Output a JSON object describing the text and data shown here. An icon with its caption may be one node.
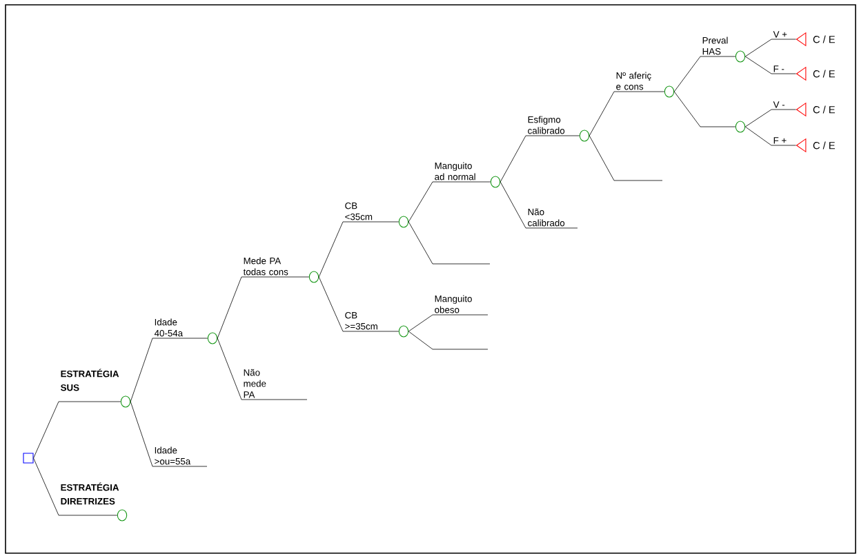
{
  "diagram": {
    "nodes": [
      {
        "text": [],
        "shape": "box"
      },
      {
        "text": [],
        "shape": "circle"
      },
      {
        "text": [],
        "shape": "circle"
      },
      {
        "text": [],
        "shape": "circle"
      },
      {
        "text": [],
        "shape": "circle"
      },
      {
        "text": [],
        "shape": "circle"
      },
      {
        "text": [],
        "shape": "circle"
      },
      {
        "text": [],
        "shape": "circle"
      },
      {
        "text": [],
        "shape": "circle"
      },
      {
        "text": [],
        "shape": "circle"
      },
      {
        "text": [],
        "shape": "circle"
      },
      {
        "text": [],
        "shape": "circle"
      },
      {
        "text": [],
        "shape": "triangle",
        "beside": [
          "C / E"
        ]
      },
      {
        "text": [],
        "shape": "triangle",
        "beside": [
          "C / E"
        ]
      },
      {
        "text": [],
        "shape": "triangle",
        "beside": [
          "C / E"
        ]
      },
      {
        "text": [],
        "shape": "triangle",
        "beside": [
          "C / E"
        ]
      }
    ],
    "edges": [
      {
        "from": 0,
        "to": 1,
        "arrow": "none",
        "label": "ESTRATÉGIA SUS"
      },
      {
        "from": 0,
        "to": 2,
        "arrow": "none",
        "label": "ESTRATÉGIA DIRETRIZES"
      },
      {
        "from": 1,
        "to": 3,
        "arrow": "none",
        "label": "Idade 40-54a"
      },
      {
        "from": 1,
        "to": null,
        "arrow": "none",
        "label": "Idade >ou=55a"
      },
      {
        "from": 3,
        "to": 4,
        "arrow": "none",
        "label": "Mede PA todas cons"
      },
      {
        "from": 3,
        "to": null,
        "arrow": "none",
        "label": "Não mede PA"
      },
      {
        "from": 4,
        "to": 5,
        "arrow": "none",
        "label": "CB <35cm"
      },
      {
        "from": 4,
        "to": 6,
        "arrow": "none",
        "label": "CB >=35cm"
      },
      {
        "from": 5,
        "to": 7,
        "arrow": "none",
        "label": "Manguito ad normal"
      },
      {
        "from": 5,
        "to": null,
        "arrow": "none"
      },
      {
        "from": 6,
        "to": null,
        "arrow": "none",
        "label": "Manguito obeso"
      },
      {
        "from": 6,
        "to": null,
        "arrow": "none"
      },
      {
        "from": 7,
        "to": 8,
        "arrow": "none",
        "label": "Esfigmo calibrado"
      },
      {
        "from": 7,
        "to": null,
        "arrow": "none",
        "label": "Não calibrado"
      },
      {
        "from": 8,
        "to": 9,
        "arrow": "none",
        "label": "Nº aferiç e cons"
      },
      {
        "from": 8,
        "to": null,
        "arrow": "none"
      },
      {
        "from": 9,
        "to": 10,
        "arrow": "none",
        "label": "Preval HAS"
      },
      {
        "from": 9,
        "to": 11,
        "arrow": "none"
      },
      {
        "from": 10,
        "to": 12,
        "arrow": "none",
        "label": "V +"
      },
      {
        "from": 10,
        "to": 13,
        "arrow": "none",
        "label": "F -"
      },
      {
        "from": 11,
        "to": 14,
        "arrow": "none",
        "label": "V -"
      },
      {
        "from": 11,
        "to": 15,
        "arrow": "none",
        "label": "F +"
      }
    ]
  }
}
